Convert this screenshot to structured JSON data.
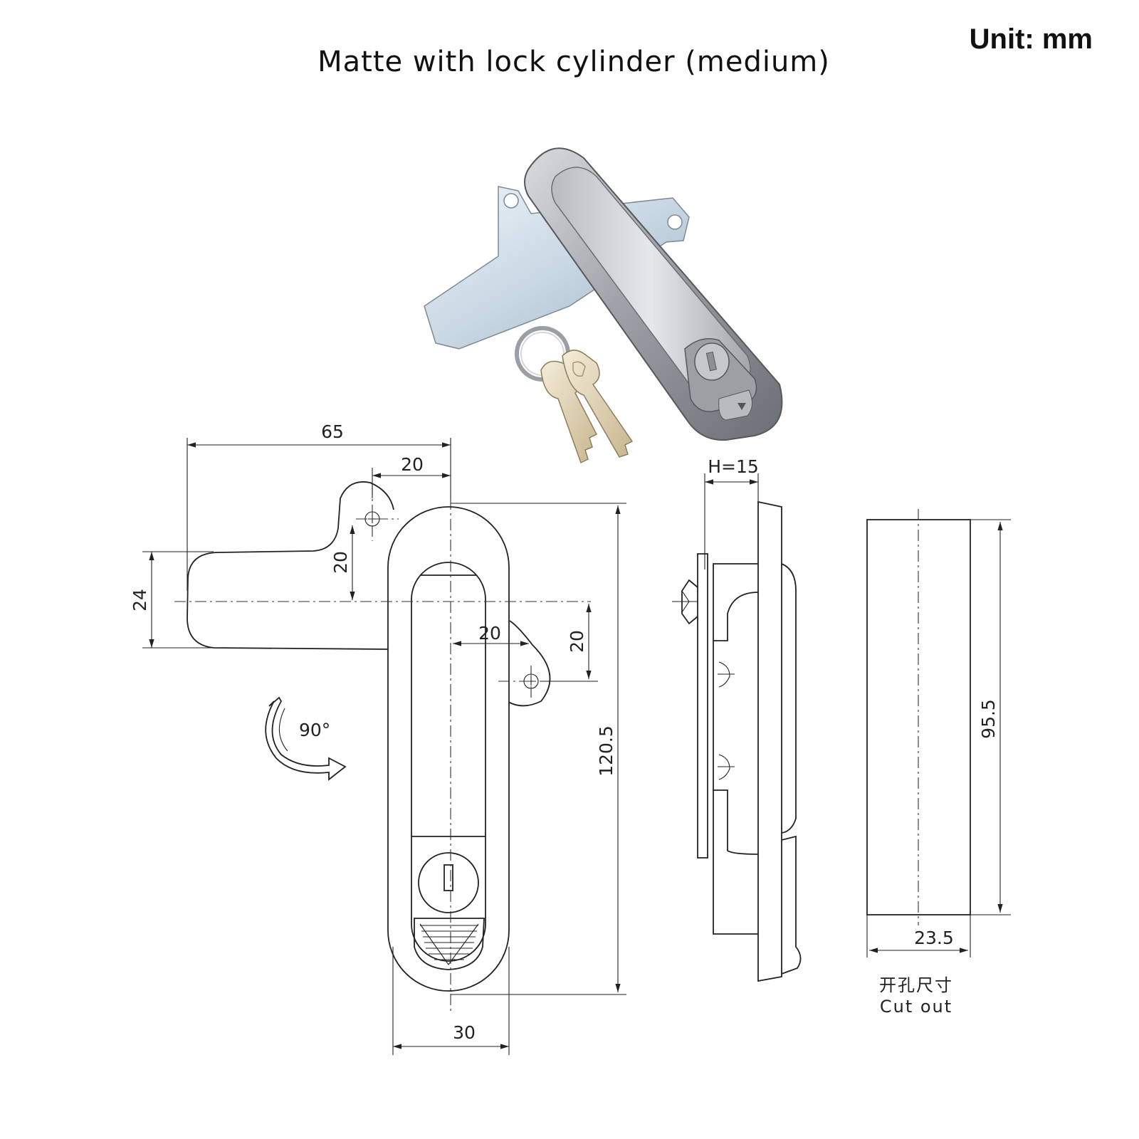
{
  "title": "Matte with lock cylinder (medium)",
  "unit_label": "Unit:  mm",
  "dimensions": {
    "overall_width": "65",
    "hole_offset_top": "20",
    "hole_offset_side": "20",
    "flange_width": "24",
    "hole_offset_right_h": "20",
    "hole_offset_right_v": "20",
    "rotation": "90°",
    "overall_height": "120.5",
    "body_width": "30",
    "depth": "H=15",
    "cutout_height": "95.5",
    "cutout_width": "23.5"
  },
  "cutout_label_cn": "开孔尺寸",
  "cutout_label_en": "Cut out",
  "icons": [
    "rotation-arrow-icon",
    "key-icon"
  ]
}
